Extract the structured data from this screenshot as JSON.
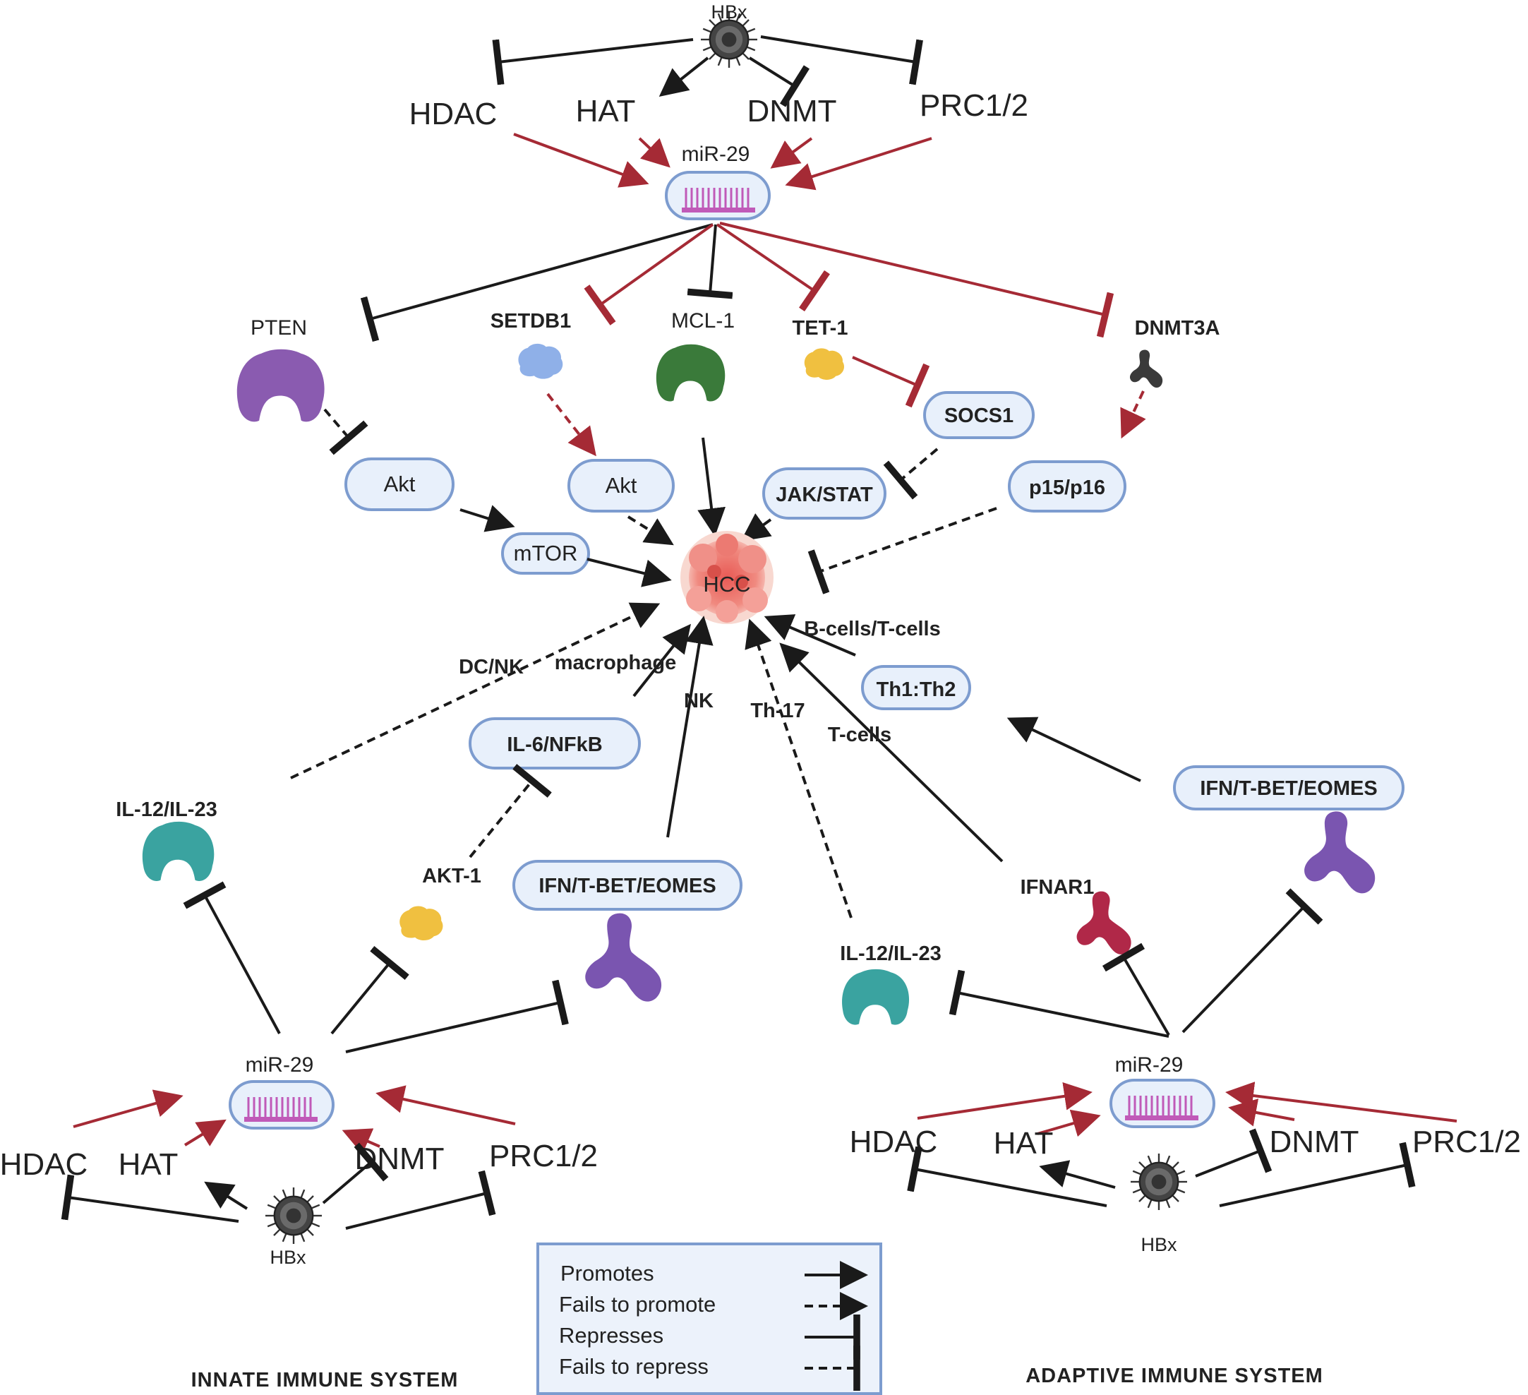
{
  "top": {
    "hbx": "HBx",
    "hdac": "HDAC",
    "hat": "HAT",
    "dnmt": "DNMT",
    "prc": "PRC1/2",
    "mir29": "miR-29"
  },
  "targets": {
    "pten": "PTEN",
    "setdb1": "SETDB1",
    "mcl1": "MCL-1",
    "tet1": "TET-1",
    "dnmt3a": "DNMT3A",
    "socs1": "SOCS1",
    "akt_left": "Akt",
    "akt_mid": "Akt",
    "jakstat": "JAK/STAT",
    "p15p16": "p15/p16",
    "mtor": "mTOR",
    "hcc": "HCC"
  },
  "innate": {
    "dcnk": "DC/NK",
    "macrophage": "macrophage",
    "nk": "NK",
    "il6": "IL-6/NFkB",
    "il12": "IL-12/IL-23",
    "akt1": "AKT-1",
    "ifn": "IFN/T-BET/EOMES",
    "mir29": "miR-29",
    "hdac": "HDAC",
    "hat": "HAT",
    "dnmt": "DNMT",
    "prc": "PRC1/2",
    "hbx": "HBx",
    "title": "INNATE  IMMUNE SYSTEM"
  },
  "adaptive": {
    "bt": "B-cells/T-cells",
    "th1th2": "Th1:Th2",
    "th17": "Th-17",
    "tcells": "T-cells",
    "ifn": "IFN/T-BET/EOMES",
    "ifnar1": "IFNAR1",
    "il12": "IL-12/IL-23",
    "mir29": "miR-29",
    "hdac": "HDAC",
    "hat": "HAT",
    "dnmt": "DNMT",
    "prc": "PRC1/2",
    "hbx": "HBx",
    "title": "ADAPTIVE  IMMUNE SYSTEM"
  },
  "legend": {
    "promotes": "Promotes",
    "fails_promote": "Fails to promote",
    "represses": "Represses",
    "fails_repress": "Fails to repress"
  },
  "colors": {
    "black_edge": "#1a1a1a",
    "red_edge": "#a52a35",
    "node_fill": "#e8f0fb",
    "node_stroke": "#7d9ccf",
    "mirna": "#c05ab8",
    "pten": "#8a5bb0",
    "setdb1": "#8fb0e8",
    "mcl1": "#3a7a3a",
    "tet1": "#f0c040",
    "dnmt3a": "#3a3a3a",
    "il12": "#3aa3a0",
    "akt1": "#f0c040",
    "ifn_protein": "#7a55b0",
    "ifnar1": "#b02848",
    "hcc": "#e87870"
  },
  "icons": {
    "virus": "hbx-virus-icon",
    "mirna": "mirna-strand-icon",
    "protein": "protein-blob-icon"
  }
}
